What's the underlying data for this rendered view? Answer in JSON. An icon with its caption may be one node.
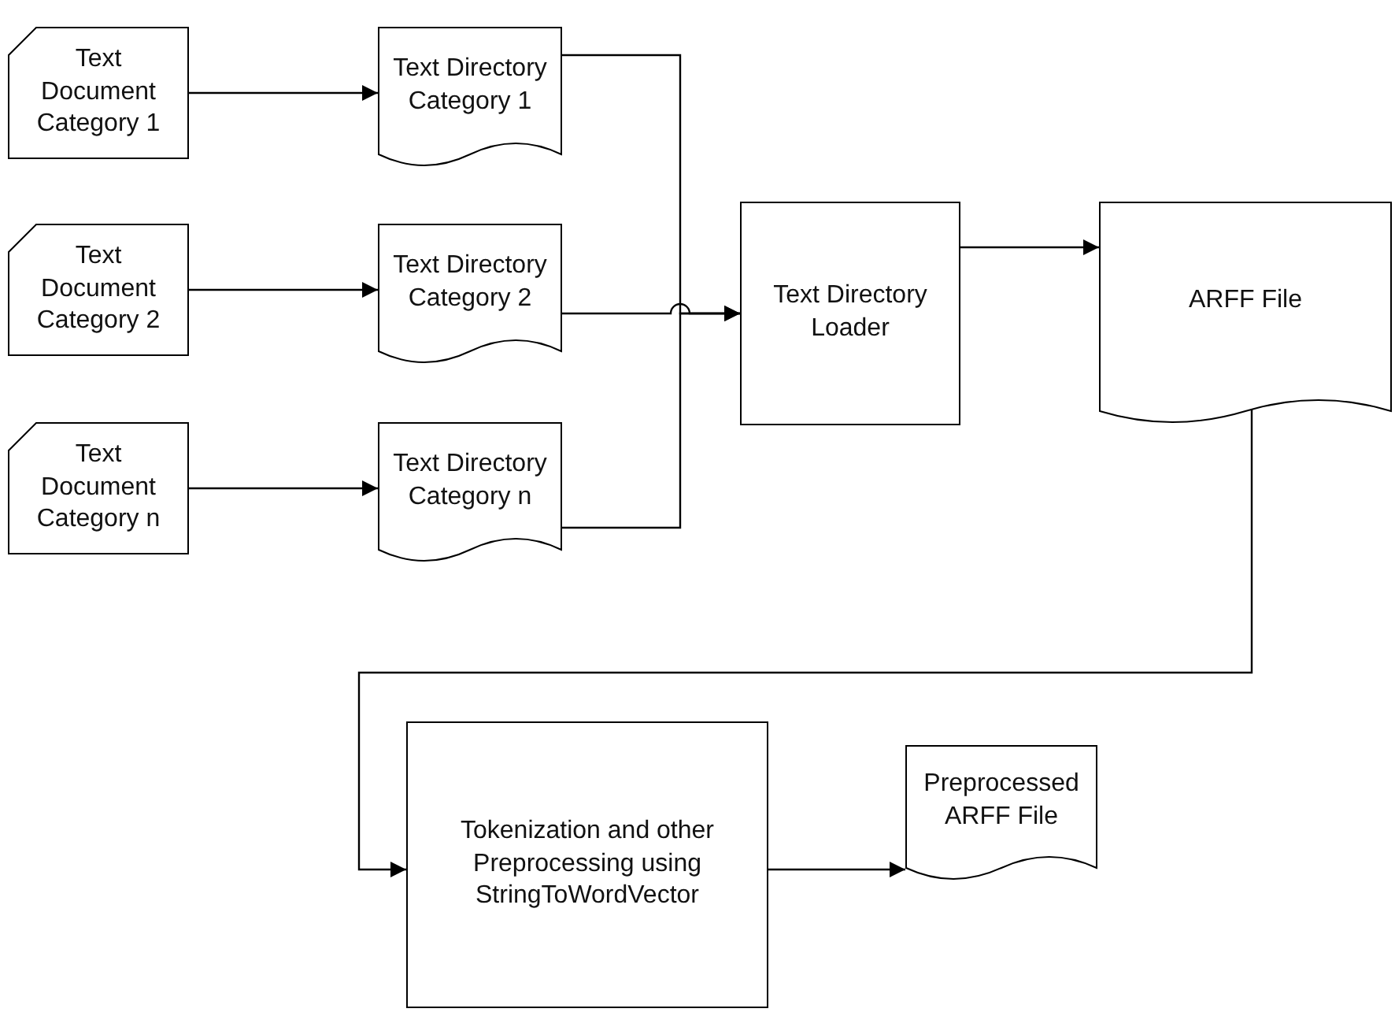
{
  "diagram": {
    "nodes": [
      {
        "text": [
          "Text Document Category 1"
        ]
      },
      {
        "text": [
          "Text Directory Category 1"
        ]
      },
      {
        "text": [
          "Text Document Category 2"
        ]
      },
      {
        "text": [
          "Text Directory Category 2"
        ]
      },
      {
        "text": [
          "Text Document Category n"
        ]
      },
      {
        "text": [
          "Text Directory Category n"
        ]
      },
      {
        "text": [
          "Text Directory Loader"
        ]
      },
      {
        "text": [
          "ARFF File"
        ]
      },
      {
        "text": [
          "Tokenization and other Preprocessing using StringToWordVector"
        ]
      },
      {
        "text": [
          "Preprocessed ARFF File"
        ]
      }
    ],
    "edges": [
      {
        "from": 0,
        "to": 1,
        "arrow": "to"
      },
      {
        "from": 2,
        "to": 3,
        "arrow": "to"
      },
      {
        "from": 4,
        "to": 5,
        "arrow": "to"
      },
      {
        "from": 1,
        "to": 6,
        "arrow": "to"
      },
      {
        "from": 3,
        "to": 6,
        "arrow": "to"
      },
      {
        "from": 5,
        "to": 6,
        "arrow": "to"
      },
      {
        "from": 6,
        "to": 7,
        "arrow": "to"
      },
      {
        "from": 7,
        "to": 8,
        "arrow": "to"
      },
      {
        "from": 8,
        "to": 9,
        "arrow": "to"
      }
    ]
  }
}
